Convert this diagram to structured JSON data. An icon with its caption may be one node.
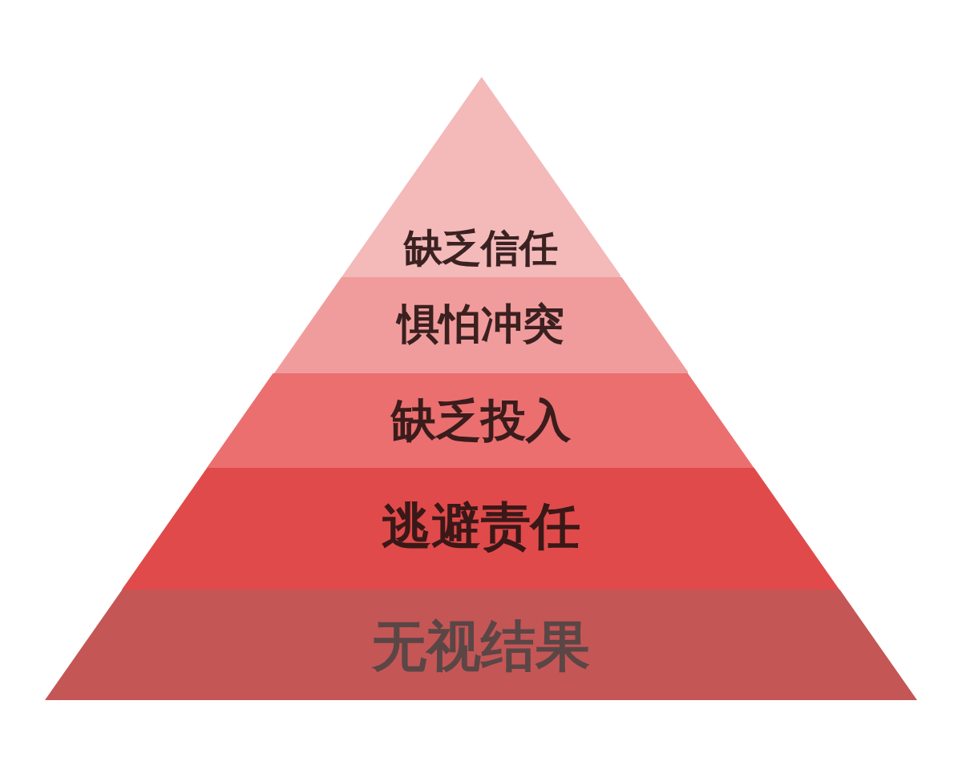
{
  "diagram": {
    "nodes": [
      {
        "text": [
          "缺乏信任"
        ]
      },
      {
        "text": [
          "惧怕冲突"
        ]
      },
      {
        "text": [
          "缺乏投入"
        ]
      },
      {
        "text": [
          "逃避责任"
        ]
      },
      {
        "text": [
          "无视结果"
        ]
      }
    ]
  }
}
